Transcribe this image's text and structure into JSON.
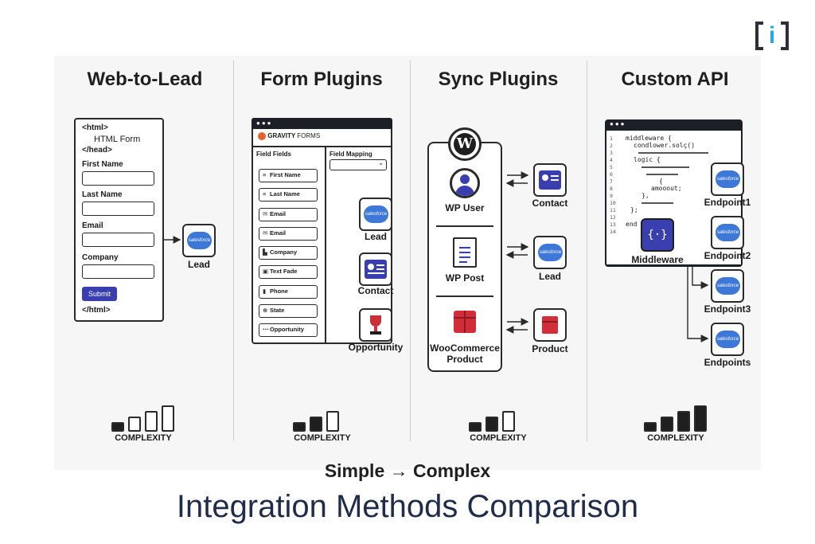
{
  "columns": [
    {
      "title": "Web-to-Lead",
      "complexity_level": 1,
      "complexity_max": 4
    },
    {
      "title": "Form Plugins",
      "complexity_level": 2,
      "complexity_max": 3
    },
    {
      "title": "Sync Plugins",
      "complexity_level": 2,
      "complexity_max": 3
    },
    {
      "title": "Custom API",
      "complexity_level": 4,
      "complexity_max": 4
    }
  ],
  "complexity_label": "COMPLEXITY",
  "web_to_lead": {
    "html_open": "<html>",
    "form_title": "HTML Form",
    "head_close": "</head>",
    "fields": [
      "First Name",
      "Last Name",
      "Email",
      "Company"
    ],
    "submit": "Submit",
    "html_close": "</html>",
    "target": "Lead",
    "sf_badge": "salesforce"
  },
  "form_plugins": {
    "brand": "GRAVITY",
    "brand_suffix": "FORMS",
    "col_fields": "Field Fields",
    "col_mapping": "Field Mapping",
    "rows": [
      "First Name",
      "Last Name",
      "Email",
      "Email",
      "Company",
      "Text Fade",
      "Phone",
      "State",
      "Opportunity"
    ],
    "targets": [
      "Lead",
      "Contact",
      "Opportunity"
    ],
    "sf_badge": "salesforce"
  },
  "sync_plugins": {
    "items": [
      "WP User",
      "WP Post",
      "WooCommerce Product"
    ],
    "targets": [
      "Contact",
      "Lead",
      "Product"
    ],
    "sf_badge": "salesforce"
  },
  "custom_api": {
    "line_numbers": [
      "1",
      "2",
      "3",
      "4",
      "5",
      "6",
      "7",
      "8",
      "9",
      "10",
      "11",
      "12",
      "13",
      "14"
    ],
    "code": {
      "l1": "middleware {",
      "l2": "condlower.solç()",
      "l4": "logic {",
      "l7": "{",
      "l8": "amooout;",
      "l9": "},",
      "l11": "};",
      "l13": "end"
    },
    "middleware": "Middleware",
    "endpoints": [
      "Endpoint1",
      "Endpoint2",
      "Endpoint3",
      "Endpoints"
    ],
    "sf_badge": "salesforce"
  },
  "footer": {
    "subtitle": "Simple → Complex",
    "title": "Integration Methods Comparison"
  }
}
